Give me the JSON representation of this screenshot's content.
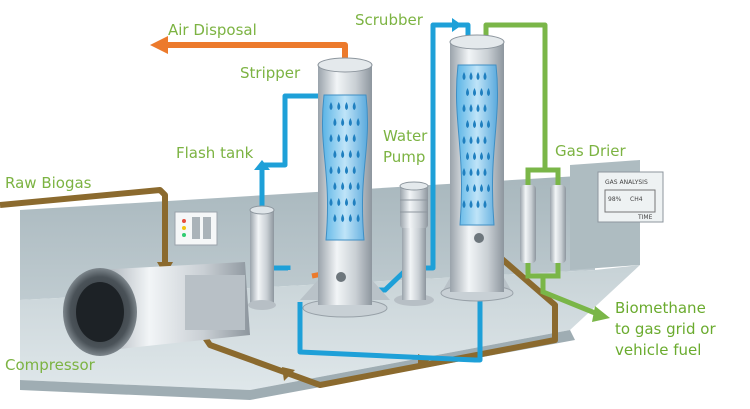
{
  "labels": {
    "air_disposal": "Air Disposal",
    "scrubber": "Scrubber",
    "stripper": "Stripper",
    "water_pump_line1": "Water",
    "water_pump_line2": "Pump",
    "flash_tank": "Flash tank",
    "gas_drier": "Gas Drier",
    "raw_biogas": "Raw Biogas",
    "compressor": "Compressor",
    "biomethane_line1": "Biomethane",
    "biomethane_line2": "to gas grid or",
    "biomethane_line3": "vehicle fuel"
  },
  "gas_analysis": {
    "title": "GAS ANALYSIS",
    "value": "98%",
    "gas": "CH4",
    "axis": "TIME"
  },
  "colors": {
    "label_green": "#7cb342",
    "biogas_brown": "#8b6a2e",
    "water_blue": "#1ea0d8",
    "biomethane_green": "#7ab648",
    "air_orange": "#ec7a2c"
  }
}
